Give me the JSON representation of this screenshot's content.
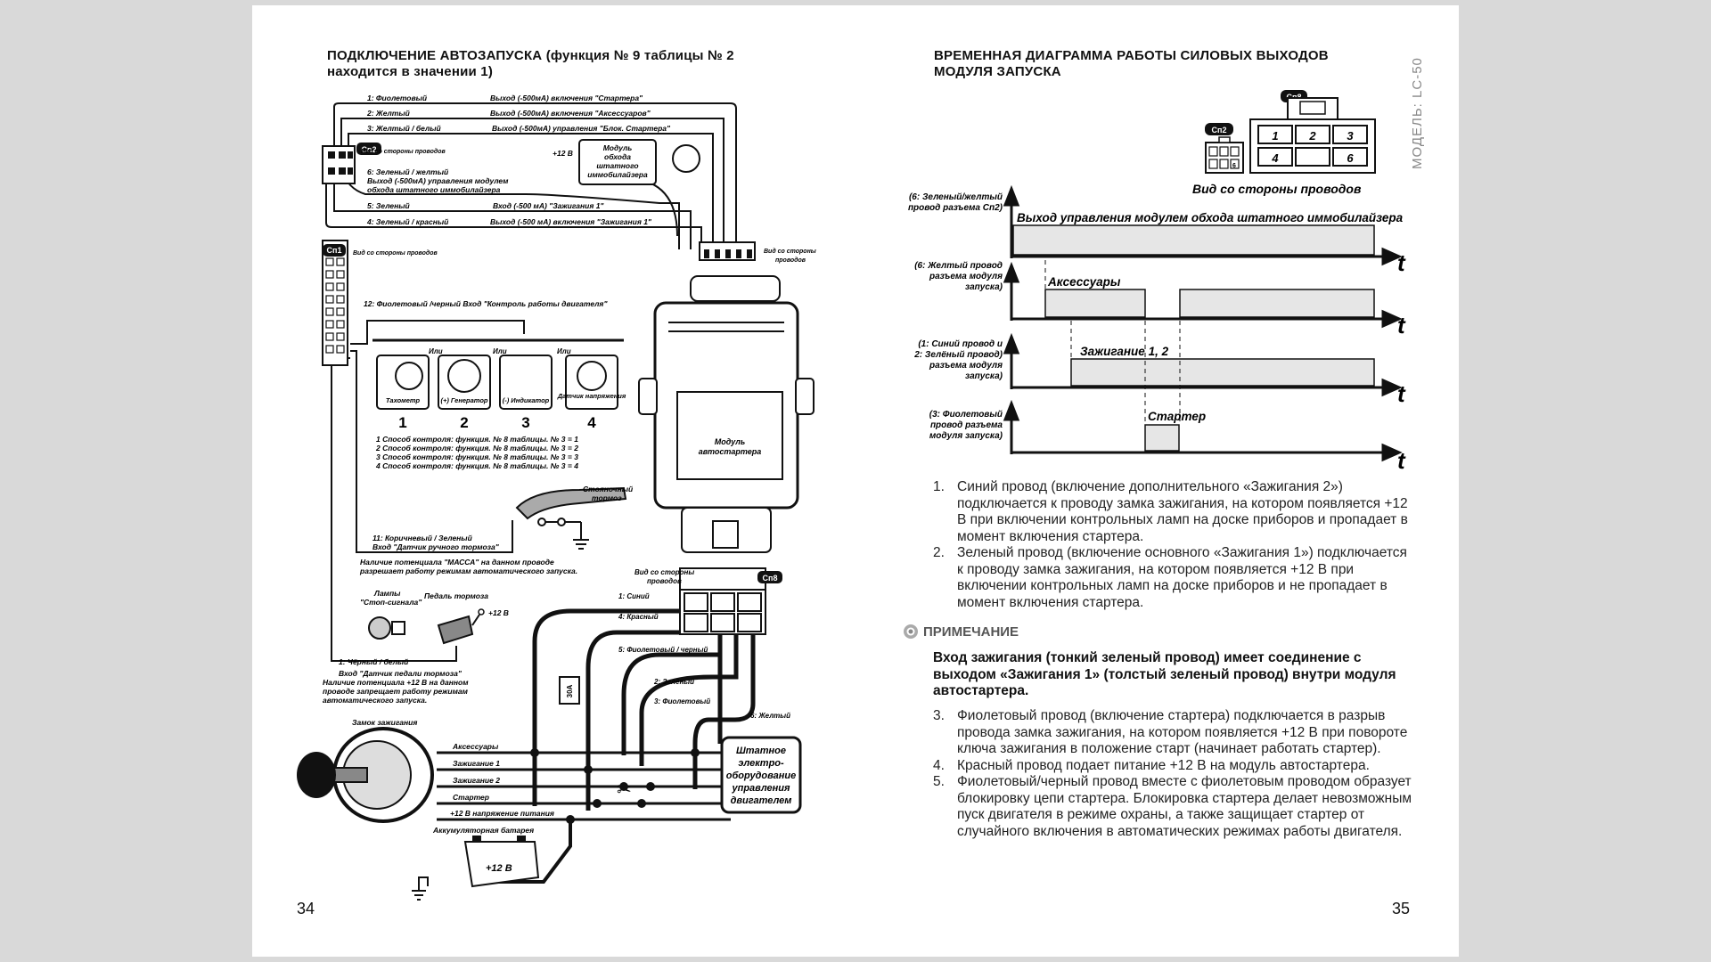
{
  "left_page": {
    "title_line1": "ПОДКЛЮЧЕНИЕ АВТОЗАПУСКА (функция № 9 таблицы № 2",
    "title_line2": "находится в значении 1)",
    "page_number": "34",
    "wires_top": [
      {
        "label": "1: Фиолетовый",
        "desc": "Выход (-500мА) включения \"Стартера\""
      },
      {
        "label": "2: Желтый",
        "desc": "Выход (-500мА) включения \"Аксессуаров\""
      },
      {
        "label": "3: Желтый / белый",
        "desc": "Выход (-500мА) управления \"Блок. Стартера\""
      },
      {
        "label": "6: Зеленый / желтый",
        "desc": "Выход (-500мА) управления модулем"
      },
      {
        "label": "обхода штатного иммобилайзера",
        "desc": ""
      },
      {
        "label": "5: Зеленый",
        "desc": "Вход (-500 мА) \"Зажигания 1\""
      },
      {
        "label": "4: Зеленый / красный",
        "desc": "Выход (-500 мА) включения \"Зажигания 1\""
      }
    ],
    "cn2": "Сп2",
    "cn1": "Сп1",
    "cn8": "Сп8",
    "wire_side": "Вид со стороны проводов",
    "wire_side_short1": "Вид со стороны",
    "wire_side_short2": "проводов",
    "plus12": "+12 В",
    "immo_module": [
      "Модуль",
      "обхода",
      "штатного",
      "иммобилайзера"
    ],
    "wire12": "12: Фиолетовый /черный  Вход \"Контроль работы двигателя\"",
    "ili": "Или",
    "sensors": [
      "Тахометр",
      "(+) Генератор",
      "(-) Индикатор",
      "Датчик напряжения"
    ],
    "sensor_nums": [
      "1",
      "2",
      "3",
      "4"
    ],
    "methods": [
      "1 Способ контроля: функция. № 8  таблицы. № 3 = 1",
      "2 Способ контроля: функция. № 8  таблицы. № 3 = 2",
      "3 Способ контроля: функция. № 8  таблицы. № 3 = 3",
      "4 Способ контроля: функция. № 8  таблицы. № 3 = 4"
    ],
    "autostart_module": [
      "Модуль",
      "автостартера"
    ],
    "parking_brake": [
      "Стояночный",
      "тормоз"
    ],
    "wire11": [
      "11: Коричневый / Зеленый",
      "Вход \"Датчик ручного тормоза\""
    ],
    "mass_note": [
      "Наличие потенциала \"МАССА\" на данном проводе",
      "разрешает работу режимам автоматического запуска."
    ],
    "brake_lamps": [
      "Лампы",
      "\"Стоп-сигнала\""
    ],
    "brake_pedal": "Педаль тормоза",
    "wire1": "1: Чёрный / белый",
    "wire1_note": [
      "Вход   \"Датчик педали тормоза\"",
      "Наличие потенциала +12 В на данном",
      "проводе запрещает работу режимам",
      "автоматического запуска."
    ],
    "cn8_wires": [
      "1: Синий",
      "4: Красный",
      "5: Фиолетовый / черный",
      "2: Зелёный",
      "3: Фиолетовый",
      "6: Желтый"
    ],
    "fuse": "30А",
    "ignition_lock": "Замок зажигания",
    "ignition_lines": [
      "Аксессуары",
      "Зажигание 1",
      "Зажигание 2",
      "Стартер",
      "+12 В напряжение питания"
    ],
    "engine_equipment": [
      "Штатное",
      "электро-",
      "оборудование",
      "управления",
      "двигателем"
    ],
    "battery": "Аккумуляторная батарея",
    "battery_label": "+12 В"
  },
  "right_page": {
    "title_line1": "ВРЕМЕННАЯ ДИАГРАММА РАБОТЫ СИЛОВЫХ ВЫХОДОВ",
    "title_line2": "МОДУЛЯ ЗАПУСКА",
    "vertical_model": "МОДЕЛЬ: LC-50",
    "page_number": "35",
    "connector_caption": "Вид со стороны проводов",
    "cn2": "Сп2",
    "cn8": "Сп8",
    "cn2_pin": "6",
    "cn8_pins": [
      "1",
      "2",
      "3",
      "4",
      "",
      "6"
    ],
    "timing": {
      "axis_label": "t",
      "rows": [
        {
          "label": [
            "(6: Зеленый/желтый",
            "провод разъема Сп2)"
          ],
          "signal": "Выход управления модулем обхода штатного иммобилайзера"
        },
        {
          "label": [
            "(6: Желтый провод",
            "разъема модуля",
            "запуска)"
          ],
          "signal": "Аксессуары"
        },
        {
          "label": [
            "(1: Синий провод и",
            "2: Зелёный провод)",
            "разъема модуля",
            "запуска)"
          ],
          "signal": "Зажигание 1, 2"
        },
        {
          "label": [
            "(3: Фиолетовый",
            "провод разъема",
            "модуля запуска)"
          ],
          "signal": "Стартер"
        }
      ]
    },
    "items_a": [
      {
        "num": "1.",
        "text": "Синий провод (включение дополнительного «Зажигания 2») подключается к проводу замка зажигания, на котором появляется +12 В при включении контрольных ламп на доске приборов и пропадает в момент включения стартера."
      },
      {
        "num": "2.",
        "text": "Зеленый провод (включение основного «Зажигания 1») подключается к проводу замка зажигания, на котором появляется +12 В при включении контрольных ламп на доске приборов и не пропадает в момент включения стартера."
      }
    ],
    "note_title": "ПРИМЕЧАНИЕ",
    "note_text": "Вход зажигания (тонкий зеленый провод) имеет соединение с выходом «Зажигания 1» (толстый зеленый провод) внутри модуля автостартера.",
    "items_b": [
      {
        "num": "3.",
        "text": "Фиолетовый провод (включение стартера) подключается в разрыв провода замка зажигания, на котором появляется +12 В при повороте ключа зажигания в положение старт (начинает работать стартер)."
      },
      {
        "num": "4.",
        "text": "Красный провод подает питание +12 В на модуль автостартера."
      },
      {
        "num": "5.",
        "text": "Фиолетовый/черный  провод вместе с фиолетовым проводом образует блокировку цепи стартера. Блокировка стартера делает невозможным пуск двигателя в режиме охраны, а также защищает стартер от случайного включения в автоматических режимах работы двигателя."
      }
    ]
  }
}
